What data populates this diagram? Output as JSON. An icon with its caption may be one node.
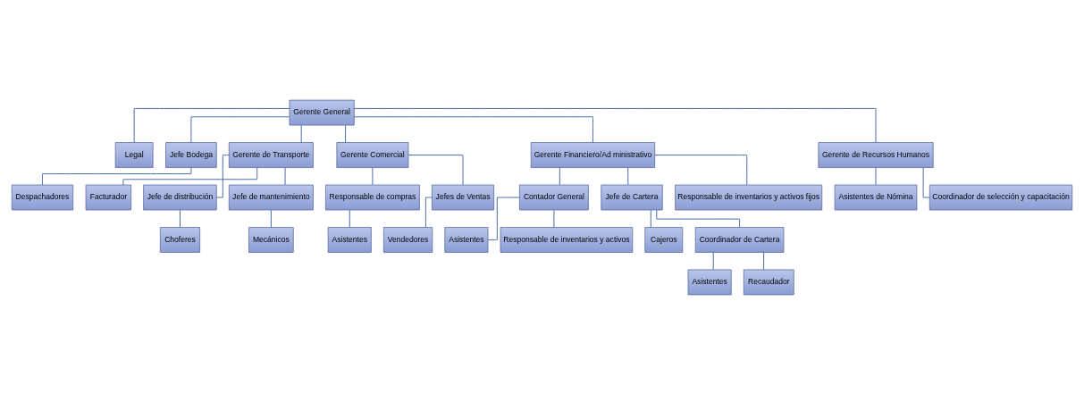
{
  "diagram": {
    "nodes": [
      {
        "text": [
          "Gerente General"
        ]
      },
      {
        "text": [
          "Legal"
        ]
      },
      {
        "text": [
          "Jefe Bodega"
        ]
      },
      {
        "text": [
          "Despachadores"
        ]
      },
      {
        "text": [
          "Gerente de Transporte"
        ]
      },
      {
        "text": [
          "Facturador"
        ]
      },
      {
        "text": [
          "Jefe de distribución"
        ]
      },
      {
        "text": [
          "Choferes"
        ]
      },
      {
        "text": [
          "Jefe de mantenimiento"
        ]
      },
      {
        "text": [
          "Mecánicos"
        ]
      },
      {
        "text": [
          "Gerente Comercial"
        ]
      },
      {
        "text": [
          "Responsable de compras"
        ]
      },
      {
        "text": [
          "Asistentes"
        ]
      },
      {
        "text": [
          "Jefes de Ventas"
        ]
      },
      {
        "text": [
          "Vendedores"
        ]
      },
      {
        "text": [
          "Gerente Financiero/Ad ministrativo"
        ]
      },
      {
        "text": [
          "Contador General"
        ]
      },
      {
        "text": [
          "Asistentes"
        ]
      },
      {
        "text": [
          "Responsable de inventarios y activos"
        ]
      },
      {
        "text": [
          "Jefe de Cartera"
        ]
      },
      {
        "text": [
          "Cajeros"
        ]
      },
      {
        "text": [
          "Coordinador de Cartera"
        ]
      },
      {
        "text": [
          "Asistentes"
        ]
      },
      {
        "text": [
          "Recaudador"
        ]
      },
      {
        "text": [
          "Responsable de inventarios y activos fijos"
        ]
      },
      {
        "text": [
          "Gerente de Recursos Humanos"
        ]
      },
      {
        "text": [
          "Asistentes de Nómina"
        ]
      },
      {
        "text": [
          "Coordinador de selección y capacitación"
        ]
      }
    ],
    "edges": [
      {
        "from": 0,
        "to": 1,
        "arrow": "none"
      },
      {
        "from": 0,
        "to": 2,
        "arrow": "none"
      },
      {
        "from": 0,
        "to": 4,
        "arrow": "none"
      },
      {
        "from": 0,
        "to": 10,
        "arrow": "none"
      },
      {
        "from": 0,
        "to": 15,
        "arrow": "none"
      },
      {
        "from": 0,
        "to": 25,
        "arrow": "none"
      },
      {
        "from": 2,
        "to": 3,
        "arrow": "none"
      },
      {
        "from": 4,
        "to": 5,
        "arrow": "none"
      },
      {
        "from": 4,
        "to": 6,
        "arrow": "none"
      },
      {
        "from": 4,
        "to": 8,
        "arrow": "none"
      },
      {
        "from": 6,
        "to": 7,
        "arrow": "none"
      },
      {
        "from": 8,
        "to": 9,
        "arrow": "none"
      },
      {
        "from": 10,
        "to": 11,
        "arrow": "none"
      },
      {
        "from": 10,
        "to": 13,
        "arrow": "none"
      },
      {
        "from": 11,
        "to": 12,
        "arrow": "none"
      },
      {
        "from": 13,
        "to": 14,
        "arrow": "none"
      },
      {
        "from": 15,
        "to": 16,
        "arrow": "none"
      },
      {
        "from": 15,
        "to": 19,
        "arrow": "none"
      },
      {
        "from": 15,
        "to": 24,
        "arrow": "none"
      },
      {
        "from": 16,
        "to": 17,
        "arrow": "none"
      },
      {
        "from": 16,
        "to": 18,
        "arrow": "none"
      },
      {
        "from": 19,
        "to": 20,
        "arrow": "none"
      },
      {
        "from": 19,
        "to": 21,
        "arrow": "none"
      },
      {
        "from": 21,
        "to": 22,
        "arrow": "none"
      },
      {
        "from": 21,
        "to": 23,
        "arrow": "none"
      },
      {
        "from": 25,
        "to": 26,
        "arrow": "none"
      },
      {
        "from": 25,
        "to": 27,
        "arrow": "none"
      }
    ]
  }
}
